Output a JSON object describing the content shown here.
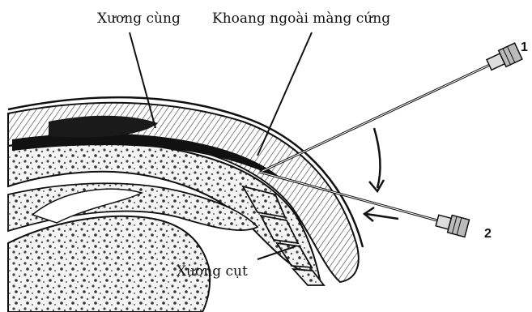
{
  "labels": {
    "sacrum": "Xương cùng",
    "epidural_space": "Khoang ngoài màng cứng",
    "coccyx": "Xương cụt"
  },
  "needles": {
    "needle_1": "1",
    "needle_2": "2"
  }
}
